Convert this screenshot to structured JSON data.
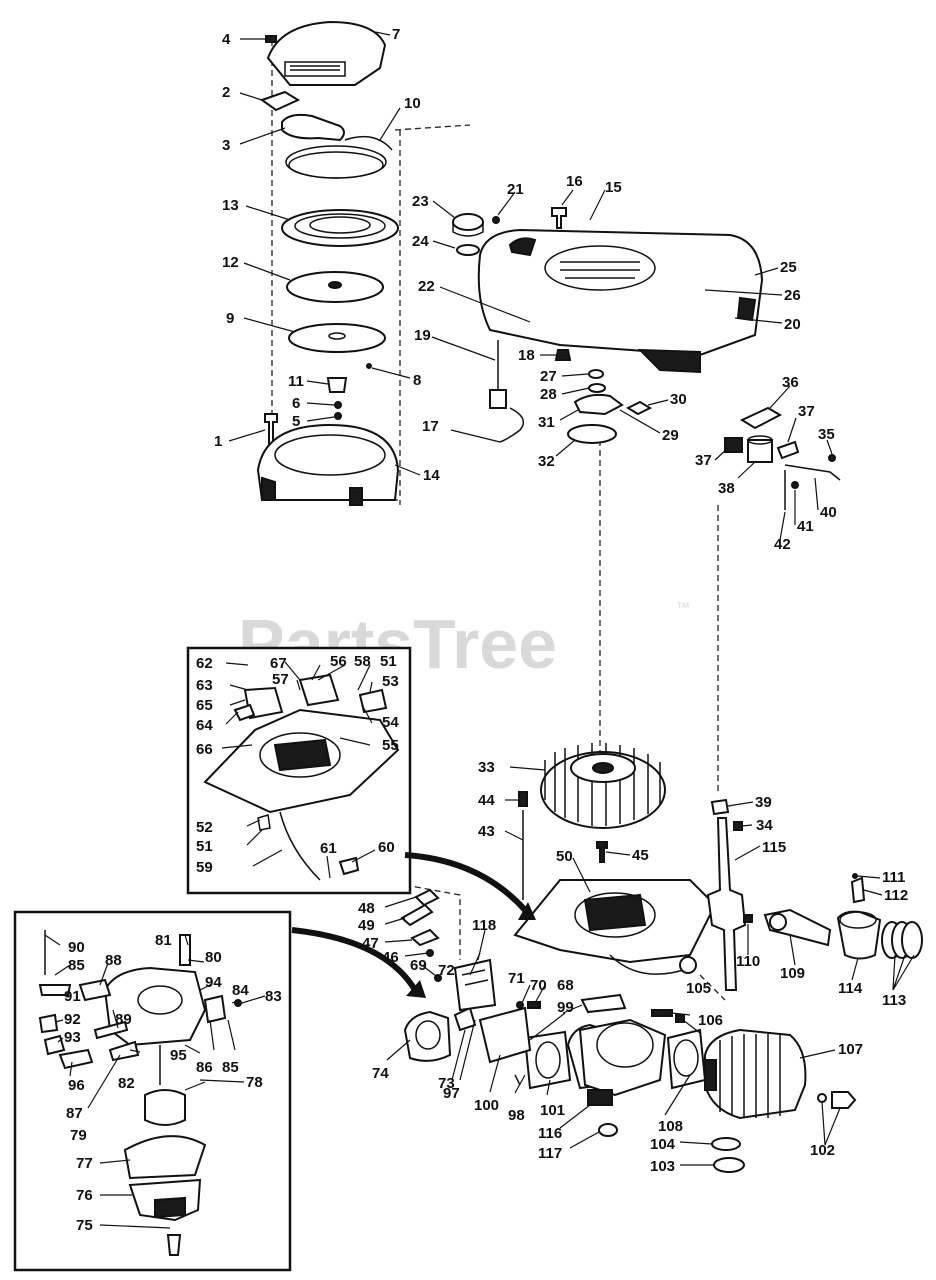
{
  "watermark": {
    "text": "PartsTree",
    "trademark": "™"
  },
  "labels": {
    "p1": "1",
    "p2": "2",
    "p3": "3",
    "p4": "4",
    "p5": "5",
    "p6": "6",
    "p7": "7",
    "p8": "8",
    "p9": "9",
    "p10": "10",
    "p11": "11",
    "p12": "12",
    "p13": "13",
    "p14": "14",
    "p15": "15",
    "p16": "16",
    "p17": "17",
    "p18": "18",
    "p19": "19",
    "p20": "20",
    "p21": "21",
    "p22": "22",
    "p23": "23",
    "p24": "24",
    "p25": "25",
    "p26": "26",
    "p27": "27",
    "p28": "28",
    "p29": "29",
    "p30": "30",
    "p31": "31",
    "p32": "32",
    "p33": "33",
    "p34": "34",
    "p35": "35",
    "p36": "36",
    "p37a": "37",
    "p37b": "37",
    "p38": "38",
    "p39": "39",
    "p40": "40",
    "p41": "41",
    "p42": "42",
    "p43": "43",
    "p44": "44",
    "p45": "45",
    "p46": "46",
    "p47": "47",
    "p48": "48",
    "p49": "49",
    "p50": "50",
    "p51a": "51",
    "p51b": "51",
    "p52": "52",
    "p53": "53",
    "p54": "54",
    "p55": "55",
    "p56": "56",
    "p57": "57",
    "p58": "58",
    "p59": "59",
    "p60": "60",
    "p61": "61",
    "p62": "62",
    "p63": "63",
    "p64": "64",
    "p65": "65",
    "p66": "66",
    "p67": "67",
    "p68": "68",
    "p69": "69",
    "p70": "70",
    "p71": "71",
    "p72": "72",
    "p73": "73",
    "p74": "74",
    "p75": "75",
    "p76": "76",
    "p77": "77",
    "p78": "78",
    "p79": "79",
    "p80": "80",
    "p81": "81",
    "p82": "82",
    "p83": "83",
    "p84": "84",
    "p85a": "85",
    "p85b": "85",
    "p86": "86",
    "p87": "87",
    "p88": "88",
    "p89": "89",
    "p90": "90",
    "p91": "91",
    "p92": "92",
    "p93": "93",
    "p94": "94",
    "p95": "95",
    "p96": "96",
    "p97": "97",
    "p98": "98",
    "p99": "99",
    "p100": "100",
    "p101": "101",
    "p102": "102",
    "p103": "103",
    "p104": "104",
    "p105": "105",
    "p106": "106",
    "p107": "107",
    "p108": "108",
    "p109": "109",
    "p110": "110",
    "p111": "111",
    "p112": "112",
    "p113": "113",
    "p114": "114",
    "p115": "115",
    "p116": "116",
    "p117": "117",
    "p118": "118"
  }
}
